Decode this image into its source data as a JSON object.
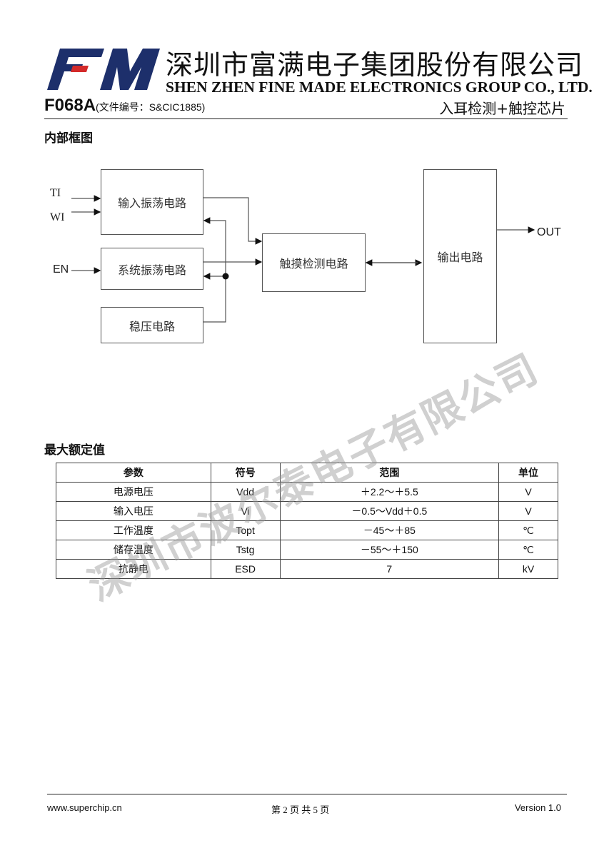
{
  "header": {
    "logo_text": "FM",
    "company_cn": "深圳市富满电子集团股份有限公司",
    "company_en": "SHEN ZHEN FINE MADE ELECTRONICS GROUP CO., LTD.",
    "model": "F068A",
    "doc_number": "(文件编号：S&CIC1885)",
    "product_desc": "入耳检测+触控芯片"
  },
  "block_diagram": {
    "title": "内部框图",
    "inputs": {
      "ti": "TI",
      "wi": "WI",
      "en": "EN"
    },
    "output": "OUT",
    "blocks": {
      "input_osc": "输入振荡电路",
      "system_osc": "系统振荡电路",
      "regulator": "稳压电路",
      "touch_detect": "触摸检测电路",
      "output": "输出电路"
    }
  },
  "ratings": {
    "title": "最大额定值",
    "headers": [
      "参数",
      "符号",
      "范围",
      "单位"
    ],
    "rows": [
      [
        "电源电压",
        "Vdd",
        "＋2.2～＋5.5",
        "V"
      ],
      [
        "输入电压",
        "Vi",
        "－0.5～Vdd＋0.5",
        "V"
      ],
      [
        "工作温度",
        "Topt",
        "－45～＋85",
        "℃"
      ],
      [
        "储存温度",
        "Tstg",
        "－55～＋150",
        "℃"
      ],
      [
        "抗静电",
        "ESD",
        "7",
        "kV"
      ]
    ]
  },
  "watermark": "深圳市波尔泰电子有限公司",
  "footer": {
    "website": "www.superchip.cn",
    "page": "第 2 页 共 5 页",
    "version": "Version 1.0"
  },
  "colors": {
    "logo_blue": "#1d2f6b",
    "logo_red": "#d42a2a"
  }
}
